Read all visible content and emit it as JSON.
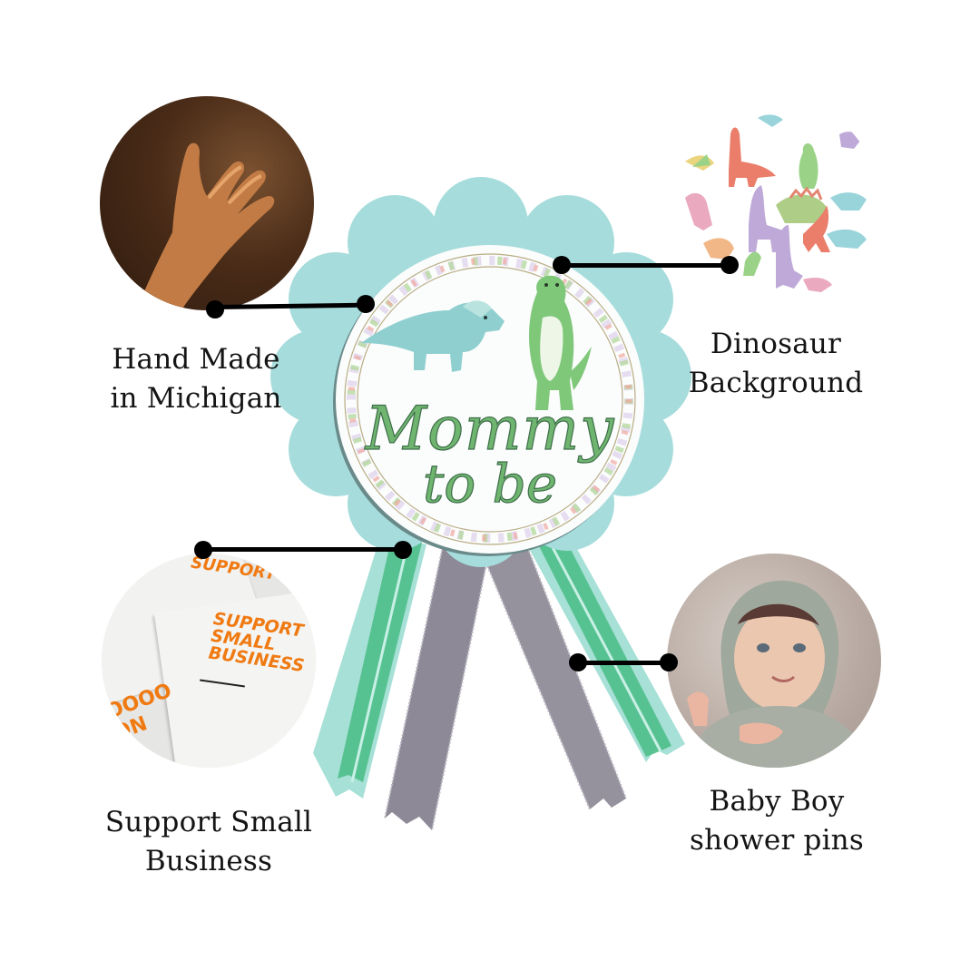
{
  "product": {
    "badge_text_line1": "Mommy",
    "badge_text_line2": "to be",
    "colors": {
      "scallop": "#a6dcdc",
      "badge_face": "#f7f9f9",
      "script_text": "#6fb56f",
      "script_outline": "#3e6e4a",
      "ribbon_green": "#5fc79a",
      "ribbon_mint": "#a9e3d8",
      "ribbon_gray": "#8e8a96"
    }
  },
  "callouts": [
    {
      "id": "hand-made",
      "line1": "Hand Made",
      "line2": "in Michigan",
      "image": "hand-in-warm-light"
    },
    {
      "id": "dinosaur",
      "line1": "Dinosaur",
      "line2": "Background",
      "image": "dinosaur-pattern"
    },
    {
      "id": "small-business",
      "line1": "Support Small",
      "line2": "Business",
      "image": "support-small-business-cards"
    },
    {
      "id": "baby-boy",
      "line1": "Baby Boy",
      "line2": "shower pins",
      "image": "baby-in-knit-hood"
    }
  ],
  "photo_text": {
    "sign_line1": "SUPPORT",
    "sign_line2": "SMALL",
    "sign_line3": "BUSINESS",
    "sign_top": "SUPPORT",
    "sign_color": "#f07a12"
  }
}
